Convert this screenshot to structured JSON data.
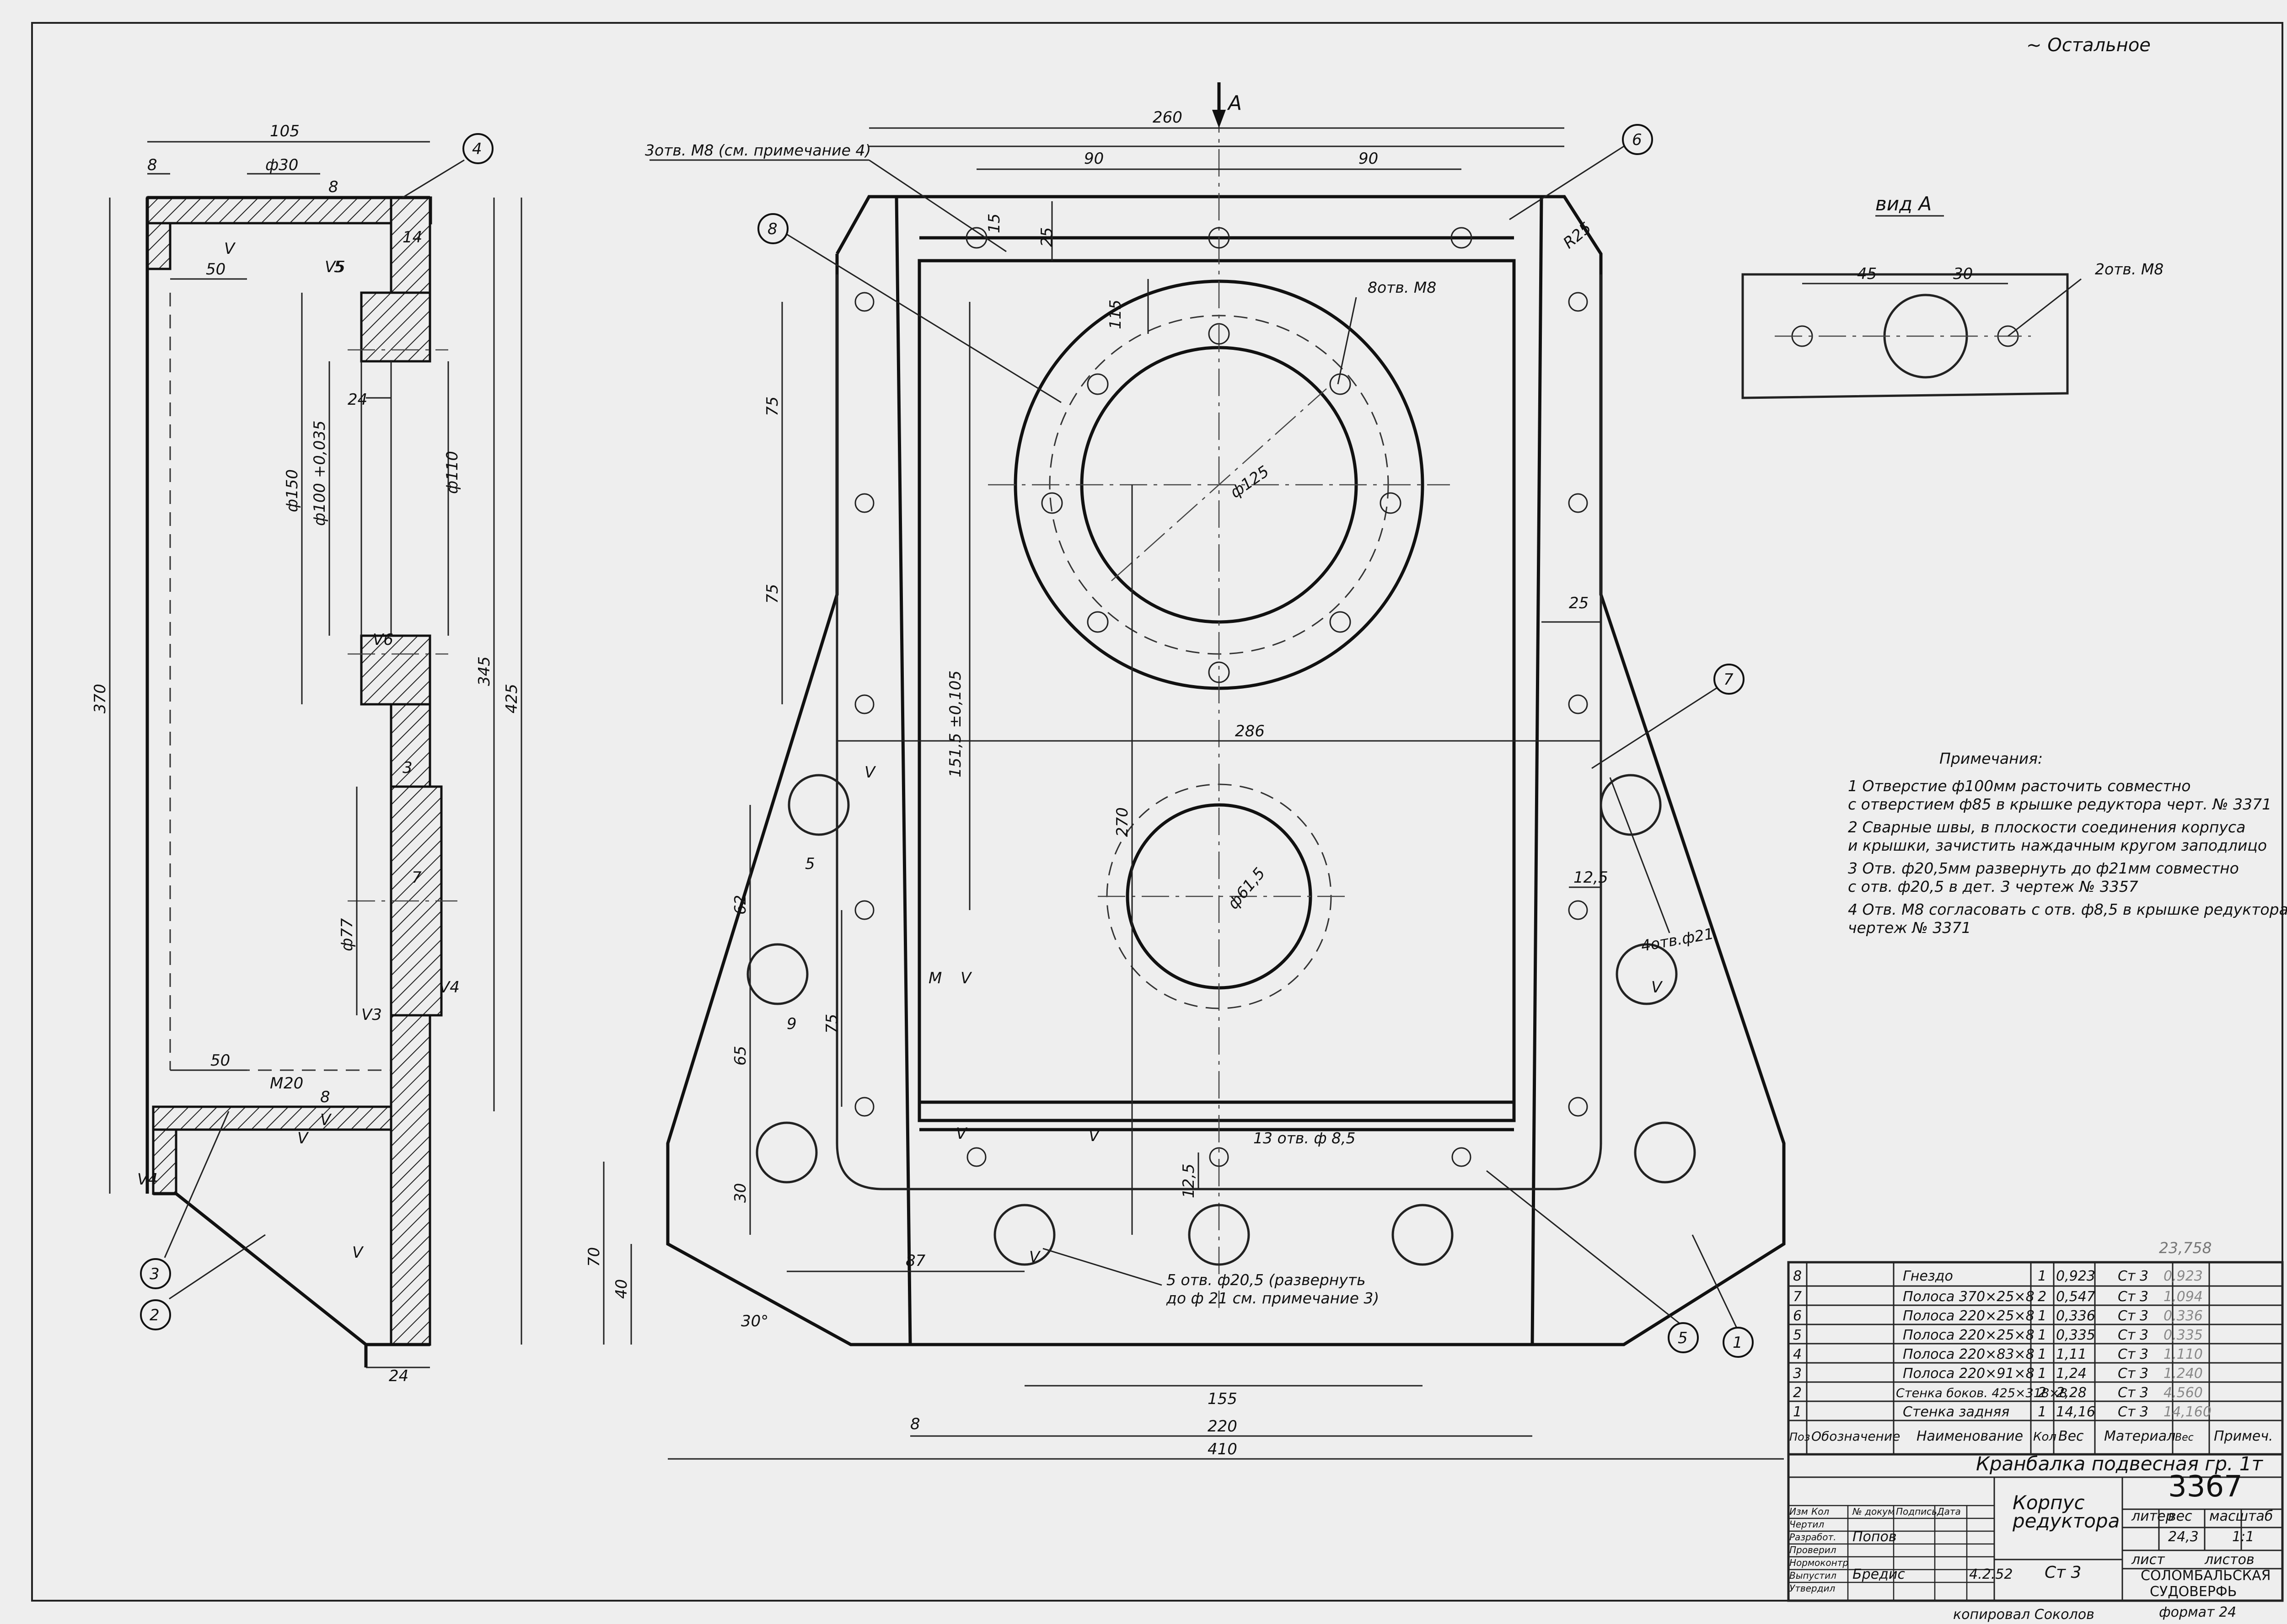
{
  "top_right_symbol": "~ Остальное",
  "view_a": {
    "title": "вид А",
    "dims": [
      "45",
      "30"
    ],
    "callout": "2отв. М8"
  },
  "side_view": {
    "dims": [
      "105",
      "8",
      "ф30",
      "8",
      "50",
      "14",
      "5",
      "24",
      "ф150",
      "ф100 +0,035",
      "ф110",
      "370",
      "345",
      "425",
      "3",
      "ф77",
      "7",
      "50",
      "20",
      "8",
      "24"
    ],
    "marks": [
      "V",
      "V",
      "V",
      "V",
      "V3",
      "V4",
      "V4",
      "V6",
      "V5",
      "М"
    ],
    "balloons": [
      "4",
      "3",
      "2"
    ]
  },
  "front_view": {
    "section_label": "А",
    "dims": [
      "260",
      "90",
      "90",
      "15",
      "25",
      "R25",
      "115",
      "75",
      "75",
      "25",
      "ф125",
      "151,5 ±0,105",
      "286",
      "270",
      "ф61,5",
      "12,5",
      "62",
      "5",
      "75",
      "9",
      "65",
      "30",
      "70",
      "40",
      "87",
      "12,5",
      "155",
      "220",
      "8",
      "410",
      "30°"
    ],
    "callouts": [
      "3отв. М8 (см. примечание 4)",
      "8отв. М8",
      "4отв.ф21",
      "13 отв. ф 8,5",
      "5 отв. ф20,5 (развернуть",
      "до ф 21 см. примечание 3)"
    ],
    "marks": [
      "V",
      "V",
      "V",
      "V",
      "М",
      "V",
      "V"
    ],
    "balloons": [
      "6",
      "8",
      "7",
      "5",
      "1"
    ]
  },
  "notes": {
    "title": "Примечания:",
    "items": [
      "1  Отверстие ф100мм расточить совместно",
      "    с отверстием ф85 в крышке редуктора черт. № 3371",
      "2  Сварные швы, в плоскости соединения корпуса",
      "    и крышки, зачистить наждачным кругом заподлицо",
      "3  Отв. ф20,5мм развернуть до ф21мм совместно",
      "    с отв. ф20,5 в дет. 3 чертеж № 3357",
      "4  Отв. М8 согласовать с отв. ф8,5 в крышке редуктора",
      "    чертеж № 3371"
    ]
  },
  "bom": {
    "handwritten_total": "23,758",
    "rows": [
      {
        "pos": "8",
        "name": "Гнездо",
        "qty": "1",
        "weight": "0,923",
        "material": "Ст 3",
        "hw": "0,923"
      },
      {
        "pos": "7",
        "name": "Полоса 370×25×8",
        "qty": "2",
        "weight": "0,547",
        "material": "Ст 3",
        "hw": "1,094"
      },
      {
        "pos": "6",
        "name": "Полоса 220×25×8",
        "qty": "1",
        "weight": "0,336",
        "material": "Ст 3",
        "hw": "0,336"
      },
      {
        "pos": "5",
        "name": "Полоса 220×25×8",
        "qty": "1",
        "weight": "0,335",
        "material": "Ст 3",
        "hw": "0,335"
      },
      {
        "pos": "4",
        "name": "Полоса 220×83×8",
        "qty": "1",
        "weight": "1,11",
        "material": "Ст 3",
        "hw": "1,110"
      },
      {
        "pos": "3",
        "name": "Полоса 220×91×8",
        "qty": "1",
        "weight": "1,24",
        "material": "Ст 3",
        "hw": "1,240"
      },
      {
        "pos": "2",
        "name": "Стенка боков. 425×318×8",
        "qty": "2",
        "weight": "2,28",
        "material": "Ст 3",
        "hw": "4,560"
      },
      {
        "pos": "1",
        "name": "Стенка задняя",
        "qty": "1",
        "weight": "14,16",
        "material": "Ст 3",
        "hw": "14,160"
      }
    ],
    "headers": [
      "Поз",
      "Обозначение",
      "Наименование",
      "Кол",
      "Вес",
      "Материал",
      "Вес",
      "Примеч."
    ]
  },
  "title_block": {
    "assembly": "Кранбалка подвесная гр. 1т",
    "part_name_1": "Корпус",
    "part_name_2": "редуктора",
    "drawing_no": "3367",
    "material": "Ст 3",
    "weight_label": "вес",
    "litera_label": "литер",
    "scale_label": "масштаб",
    "weight": "24,3",
    "scale": "1:1",
    "sheet_label": "лист",
    "sheets_label": "листов",
    "org_1": "СОЛОМБАЛЬСКАЯ",
    "org_2": "СУДОВЕРФЬ",
    "rev_headers": [
      "Изм",
      "Кол",
      "№ докум",
      "Подпись",
      "Дата"
    ],
    "roles": [
      "Чертил",
      "Разработ.",
      "Проверил",
      "Нормоконтр",
      "Выпустил",
      "Утвердил"
    ],
    "developer": "Попов",
    "issuer": "Бредис",
    "date_hw": "4.2.52",
    "copied_by": "копировал Соколов",
    "format": "формат 24"
  }
}
